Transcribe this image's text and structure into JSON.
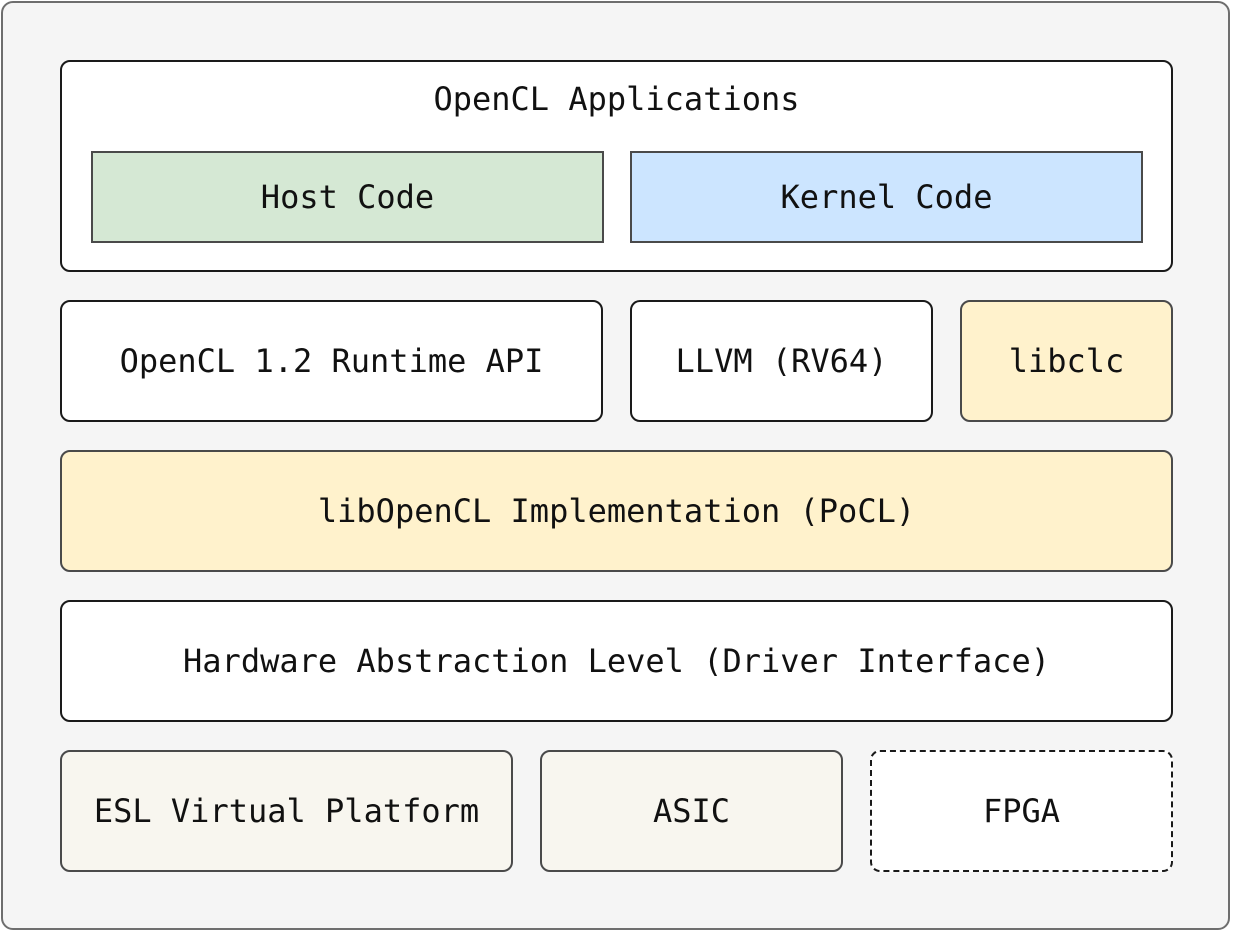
{
  "applications": {
    "title": "OpenCL Applications",
    "host_code": "Host Code",
    "kernel_code": "Kernel Code"
  },
  "runtime_row": {
    "runtime_api": "OpenCL 1.2 Runtime API",
    "llvm": "LLVM (RV64)",
    "libclc": "libclc"
  },
  "implementation": "libOpenCL Implementation (PoCL)",
  "hal": "Hardware Abstraction Level (Driver Interface)",
  "targets": {
    "esl": "ESL Virtual Platform",
    "asic": "ASIC",
    "fpga": "FPGA"
  },
  "colors": {
    "host_code": "#d5e8d4",
    "kernel_code": "#cce5ff",
    "highlight": "#fff2cc",
    "target": "#f8f6ef",
    "frame": "#f5f5f5"
  }
}
